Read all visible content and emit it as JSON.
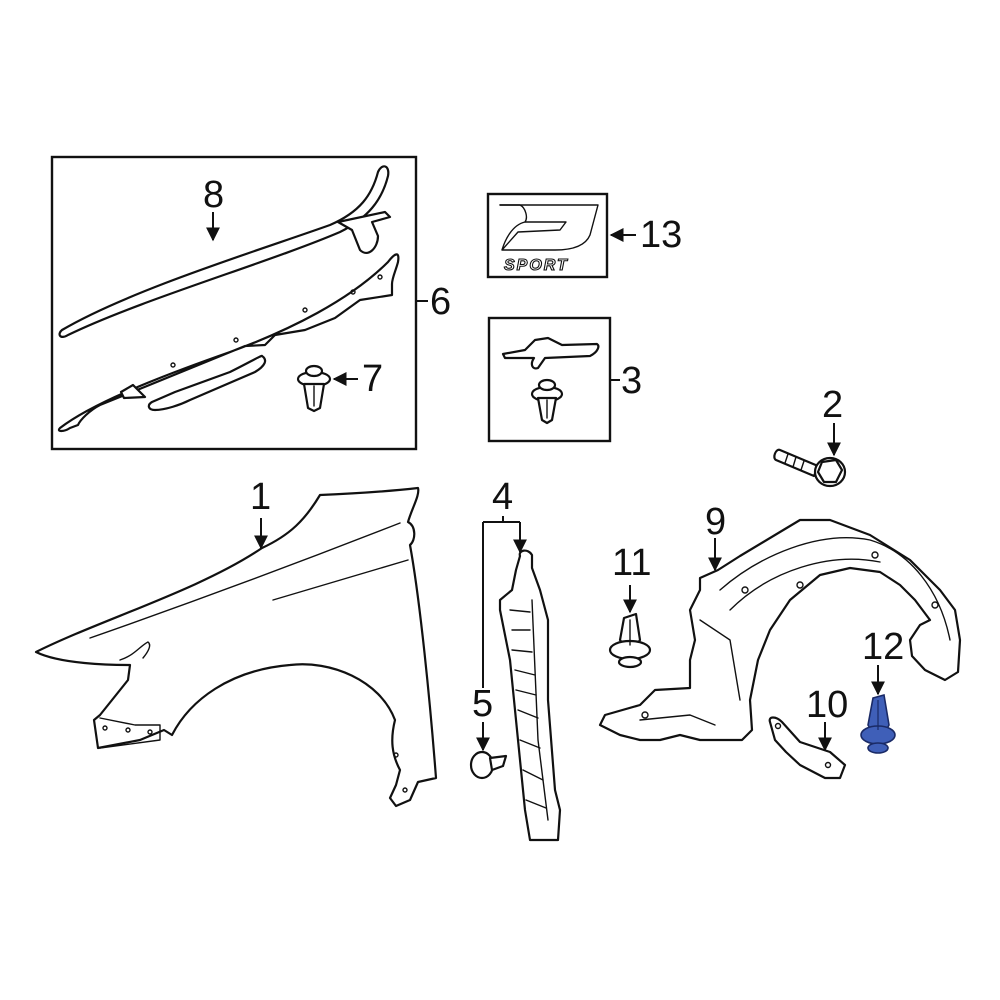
{
  "diagram": {
    "type": "exploded parts diagram",
    "subject": "Front fender and related components",
    "highlight_color": "#3f5fb8",
    "highlighted_part": "12"
  },
  "callouts": [
    {
      "id": "1",
      "label": "1",
      "part": "fender"
    },
    {
      "id": "2",
      "label": "2",
      "part": "bolt"
    },
    {
      "id": "3",
      "label": "3",
      "part": "seal kit (seal + clip)"
    },
    {
      "id": "4",
      "label": "4",
      "part": "side seal"
    },
    {
      "id": "5",
      "label": "5",
      "part": "push clip"
    },
    {
      "id": "6",
      "label": "6",
      "part": "seal kit (weatherstrip set)"
    },
    {
      "id": "7",
      "label": "7",
      "part": "clip"
    },
    {
      "id": "8",
      "label": "8",
      "part": "weatherstrip"
    },
    {
      "id": "9",
      "label": "9",
      "part": "fender liner"
    },
    {
      "id": "10",
      "label": "10",
      "part": "bracket"
    },
    {
      "id": "11",
      "label": "11",
      "part": "clip"
    },
    {
      "id": "12",
      "label": "12",
      "part": "clip (highlighted)"
    },
    {
      "id": "13",
      "label": "13",
      "part": "F Sport emblem"
    }
  ],
  "emblem": {
    "text": "SPORT"
  }
}
